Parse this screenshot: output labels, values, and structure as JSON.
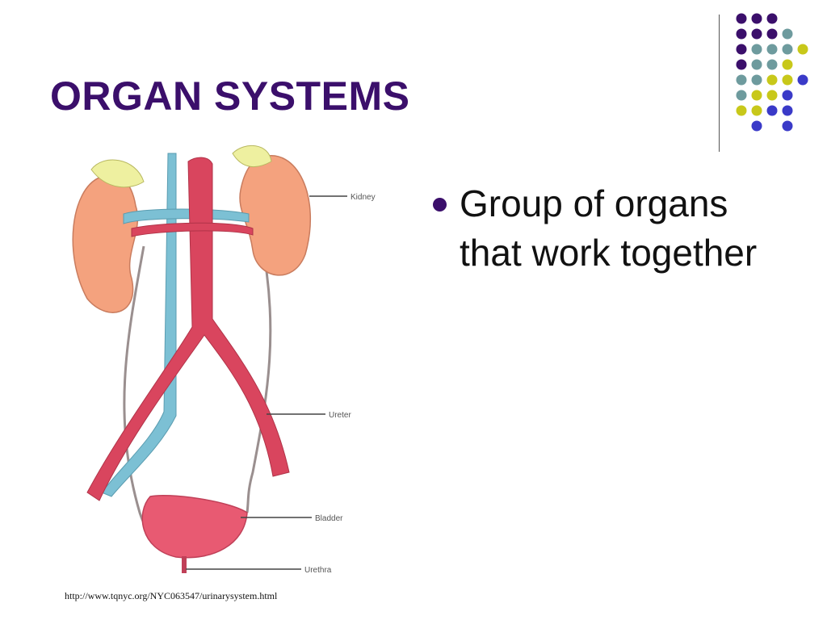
{
  "slide": {
    "title": "ORGAN SYSTEMS",
    "bullets": [
      "Group of organs that work together"
    ],
    "source_url": "http://www.tqnyc.org/NYC063547/urinarysystem.html"
  },
  "illustration": {
    "labels": {
      "kidney": "Kidney",
      "ureter": "Ureter",
      "bladder": "Bladder",
      "urethra": "Urethra"
    }
  },
  "colors": {
    "title": "#3b0f6b",
    "bullet": "#3b0f6b",
    "dot_purple": "#3b0f6b",
    "dot_teal": "#6e9b9e",
    "dot_yellow": "#c8c81a",
    "dot_blue": "#3a3ac8",
    "artery": "#d9455e",
    "vein": "#7cc0d4",
    "kidney": "#f4a27e",
    "adrenal": "#eef0a0",
    "bladder": "#e85a72"
  }
}
